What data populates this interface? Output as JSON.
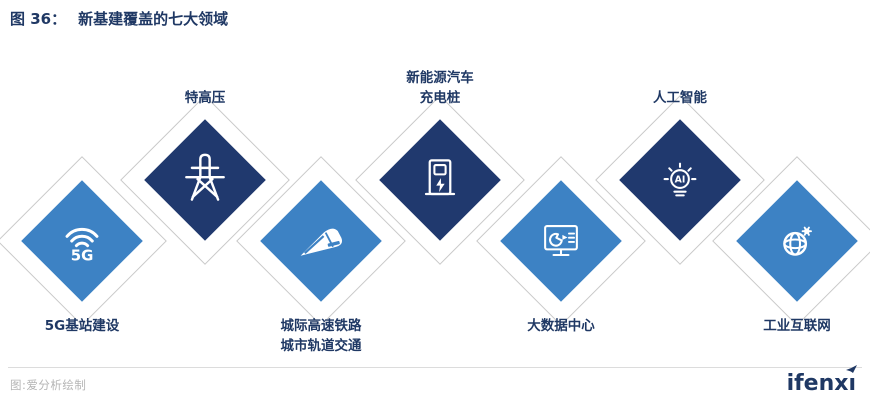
{
  "figure": {
    "title_prefix": "图 36：",
    "title": "新基建覆盖的七大领域"
  },
  "colors": {
    "light_blue": "#3D82C4",
    "dark_navy": "#20396E",
    "label_navy": "#1F3864",
    "connector_gray": "#C9C9C9",
    "divider_gray": "#DCDCDC",
    "footer_gray": "#B5B5B5",
    "icon_white": "#FFFFFF"
  },
  "sectors": [
    {
      "name": "5g-base-station",
      "label_lines": [
        "5G基站建设"
      ],
      "position": "lower",
      "tone": "light",
      "icon": "wifi-5g-icon"
    },
    {
      "name": "uhv-power",
      "label_lines": [
        "特高压"
      ],
      "position": "upper",
      "tone": "dark",
      "icon": "power-tower-icon"
    },
    {
      "name": "intercity-rail",
      "label_lines": [
        "城际高速铁路",
        "城市轨道交通"
      ],
      "position": "lower",
      "tone": "light",
      "icon": "train-icon"
    },
    {
      "name": "ev-charging-pile",
      "label_lines": [
        "新能源汽车",
        "充电桩"
      ],
      "position": "upper",
      "tone": "dark",
      "icon": "charging-pile-icon"
    },
    {
      "name": "big-data-center",
      "label_lines": [
        "大数据中心"
      ],
      "position": "lower",
      "tone": "light",
      "icon": "data-monitor-icon"
    },
    {
      "name": "artificial-intelligence",
      "label_lines": [
        "人工智能"
      ],
      "position": "upper",
      "tone": "dark",
      "icon": "ai-bulb-icon"
    },
    {
      "name": "industrial-internet",
      "label_lines": [
        "工业互联网"
      ],
      "position": "lower",
      "tone": "light",
      "icon": "globe-gear-icon"
    }
  ],
  "footer": {
    "note": "图:爱分析绘制",
    "logo_text": "ifenxi"
  }
}
